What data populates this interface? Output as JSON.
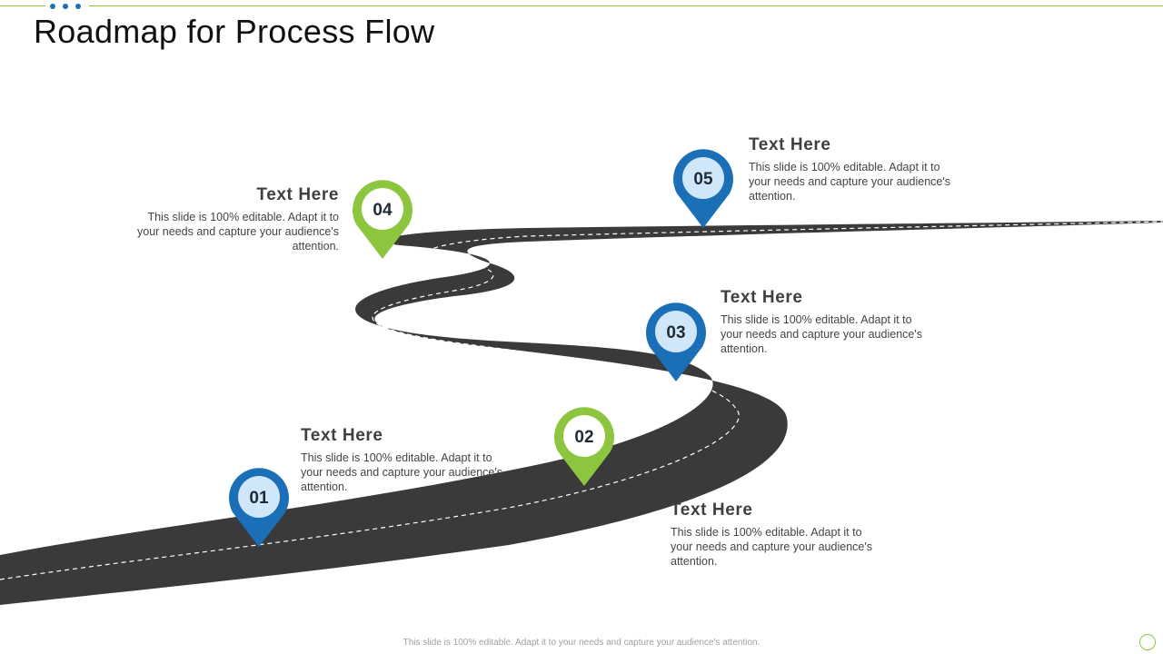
{
  "title": "Roadmap for Process Flow",
  "footer": "This slide is 100% editable. Adapt it to your needs and capture your audience's attention.",
  "colors": {
    "blue": "#1a6fb6",
    "green": "#8cc63f",
    "road": "#3a3a3a",
    "pin_inner": "#cfe7f8"
  },
  "milestones": [
    {
      "num": "01",
      "color": "blue",
      "heading": "Text Here",
      "body": "This slide is 100% editable. Adapt it to your needs and capture your audience's attention."
    },
    {
      "num": "02",
      "color": "green",
      "heading": "Text Here",
      "body": "This slide is 100% editable. Adapt it to your needs and capture your audience's attention."
    },
    {
      "num": "03",
      "color": "blue",
      "heading": "Text Here",
      "body": "This slide is 100% editable. Adapt it to your needs and capture your audience's attention."
    },
    {
      "num": "04",
      "color": "green",
      "heading": "Text Here",
      "body": "This slide is 100% editable. Adapt it to your needs and capture your audience's attention."
    },
    {
      "num": "05",
      "color": "blue",
      "heading": "Text Here",
      "body": "This slide is 100% editable. Adapt it to your needs and capture your audience's attention."
    }
  ]
}
